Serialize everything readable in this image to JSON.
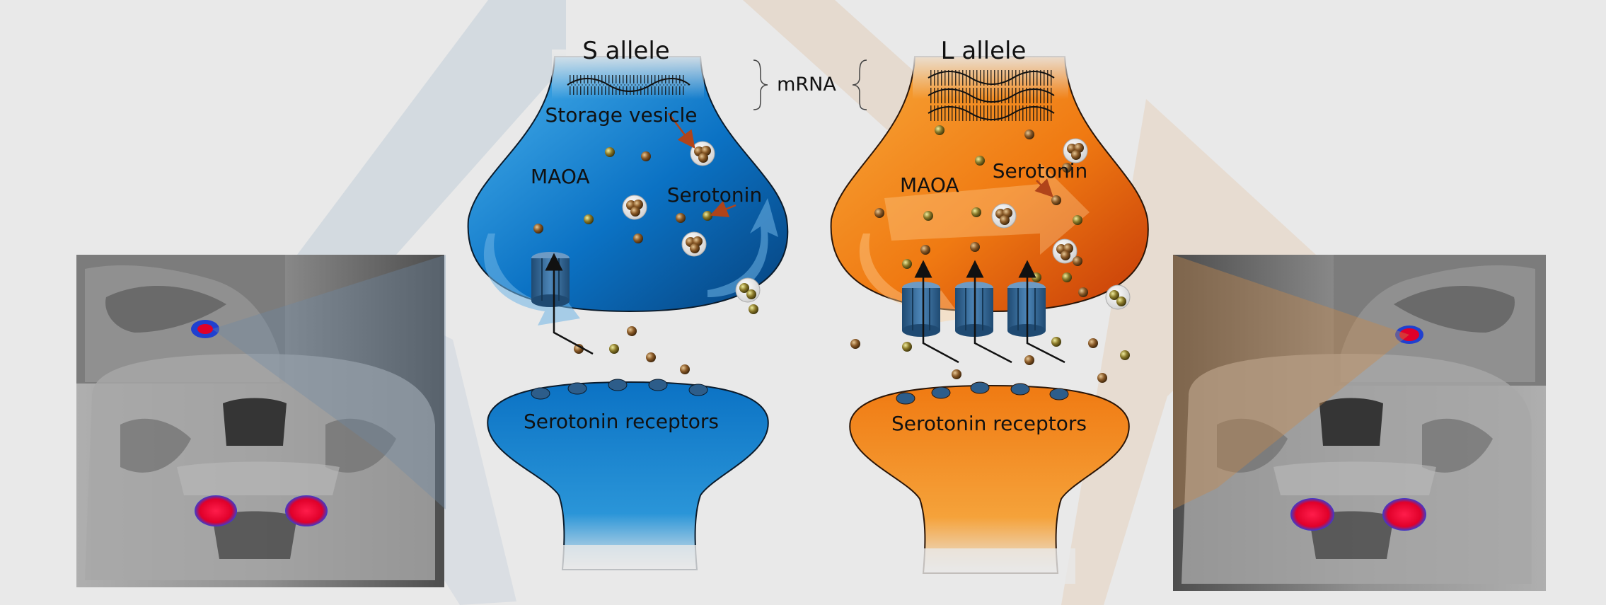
{
  "colors": {
    "background": "#e9e9e9",
    "s_allele_blue": "#0b72c4",
    "l_allele_orange": "#f08a1c",
    "amygdala_red": "#e0002a",
    "serotonin_brown": "#7a4a1c",
    "transporter_blue": "#2d5d8a"
  },
  "left": {
    "allele_title": "S allele",
    "storage_vesicle": "Storage vesicle",
    "maoa": "MAOA",
    "serotonin": "Serotonin",
    "receptors": "Serotonin receptors"
  },
  "middle": {
    "mrna": "mRNA"
  },
  "right": {
    "allele_title": "L allele",
    "maoa": "MAOA",
    "serotonin": "Serotonin",
    "receptors": "Serotonin receptors"
  },
  "icons": {
    "left_brain": "mri-brain-icon",
    "right_brain": "mri-brain-icon",
    "transporter": "serotonin-transporter-icon",
    "vesicle": "storage-vesicle-icon"
  },
  "transporter_count": {
    "s_allele": 1,
    "l_allele": 3
  },
  "mrna_strand_count": {
    "s_allele": 1,
    "l_allele": 3
  }
}
